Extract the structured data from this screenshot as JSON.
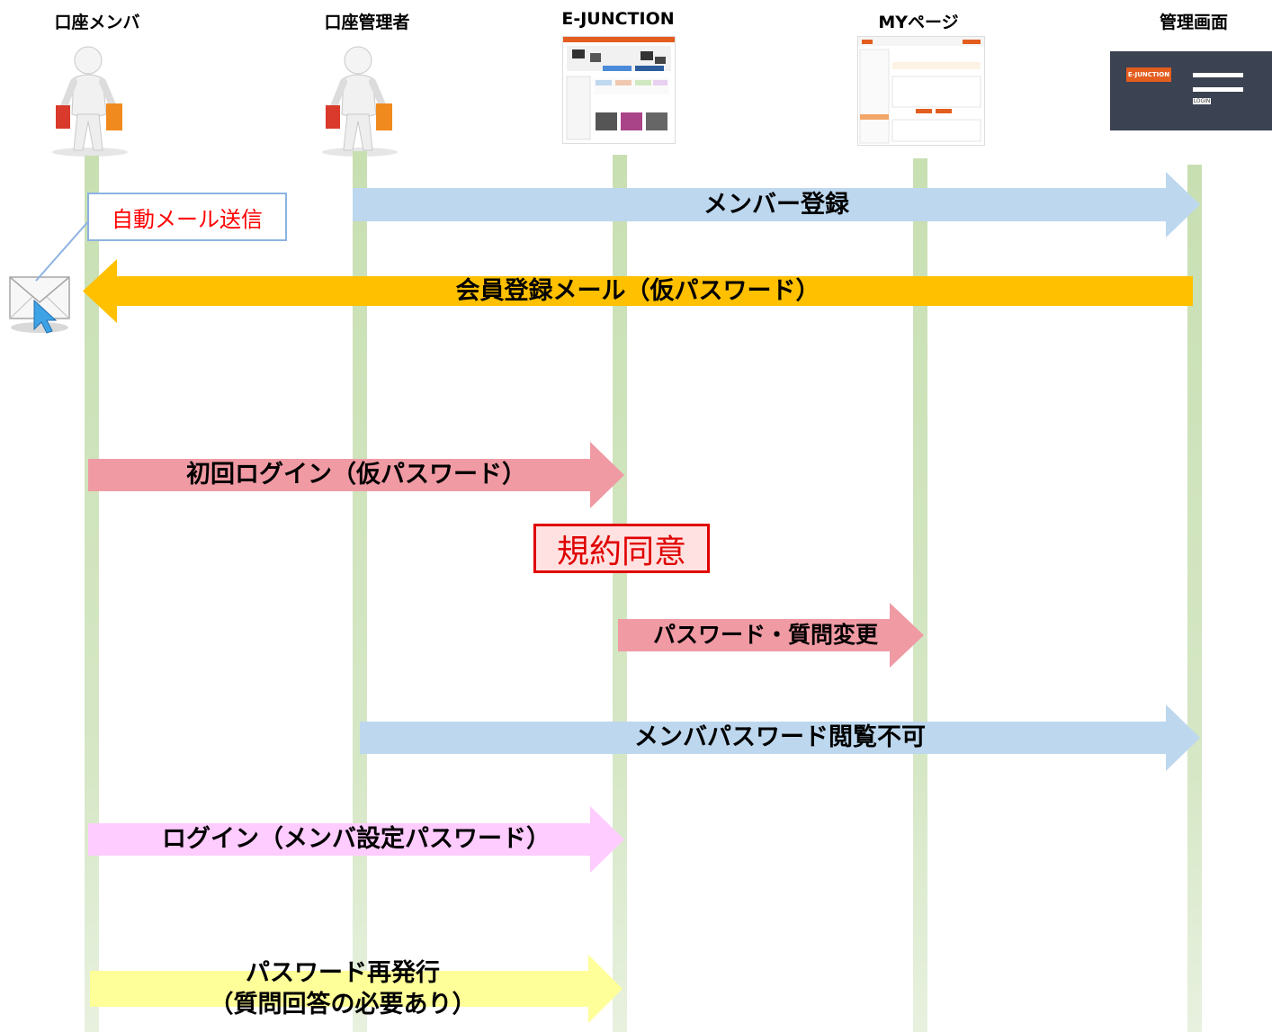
{
  "lanes": [
    {
      "title": "口座メンバ"
    },
    {
      "title": "口座管理者"
    },
    {
      "title": "E-JUNCTION"
    },
    {
      "title": "MYページ"
    },
    {
      "title": "管理画面"
    }
  ],
  "callout": {
    "text": "自動メール送信"
  },
  "agreement": {
    "text": "規約同意"
  },
  "admin_screen": {
    "logo": "E-JUNCTION",
    "login_button": "LOGIN"
  },
  "messages": [
    {
      "text": "メンバー登録",
      "color": "#bdd7ee"
    },
    {
      "text": "会員登録メール（仮パスワード）",
      "color": "#ffc000"
    },
    {
      "text": "初回ログイン（仮パスワード）",
      "color": "#f09aa4"
    },
    {
      "text": "パスワード・質問変更",
      "color": "#f09aa4"
    },
    {
      "text": "メンバパスワード閲覧不可",
      "color": "#bdd7ee"
    },
    {
      "text": "ログイン（メンバ設定パスワード）",
      "color": "#ffccff"
    },
    {
      "text": "パスワード再発行\n（質問回答の必要あり）",
      "color": "#ffff99"
    }
  ]
}
